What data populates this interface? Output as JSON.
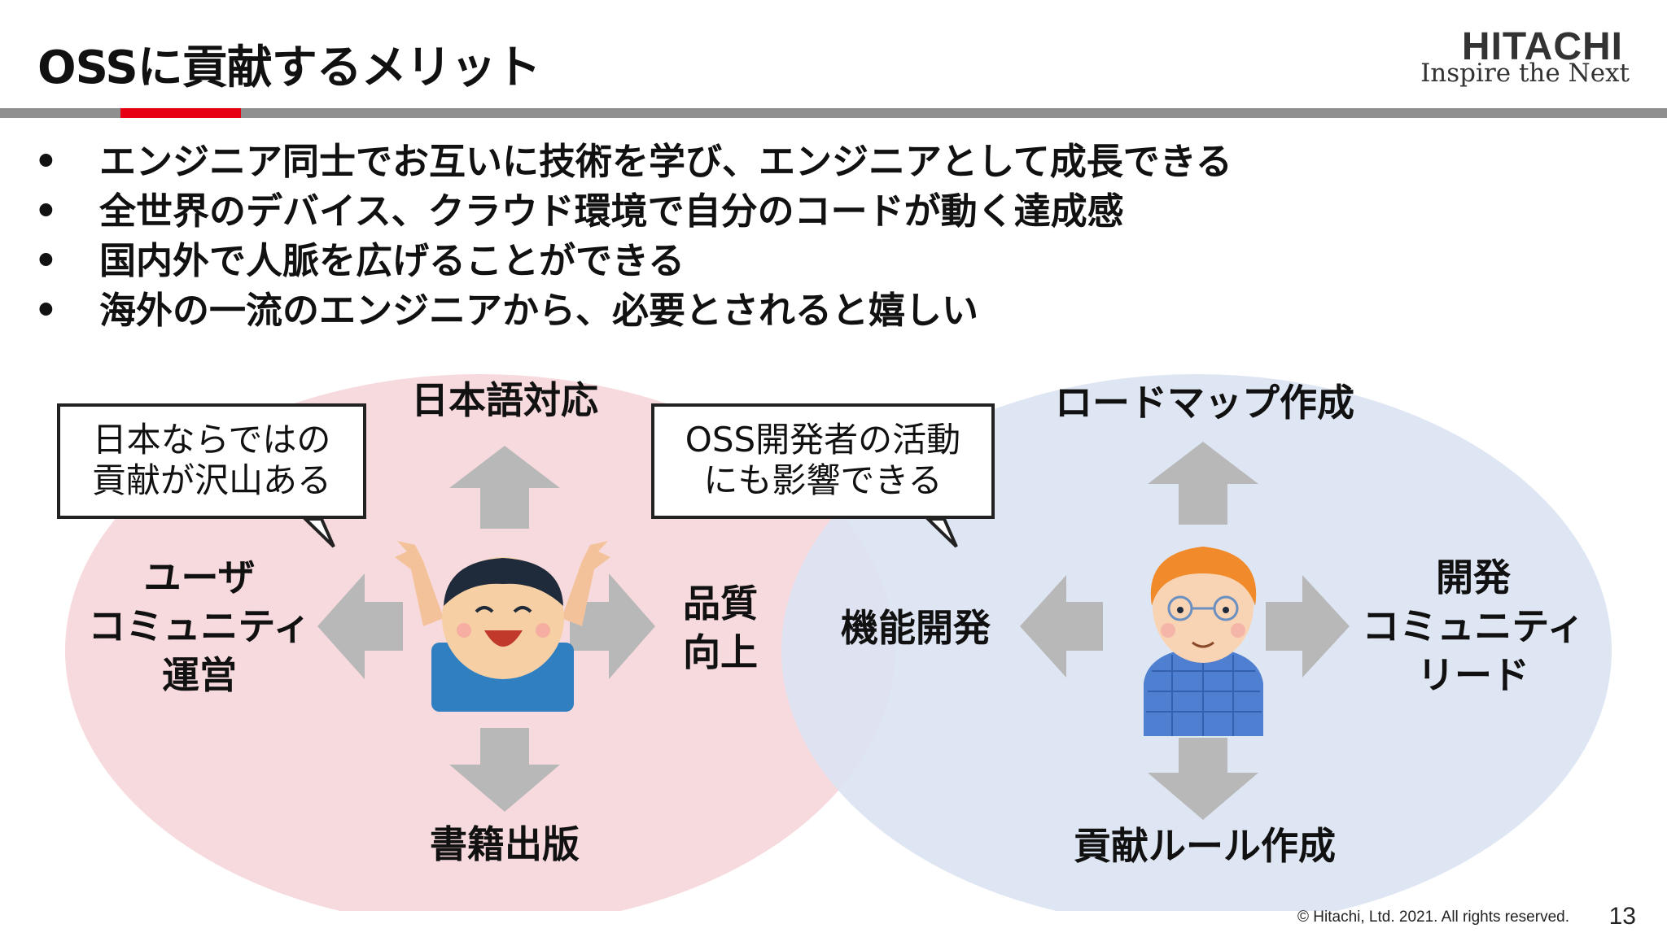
{
  "slide": {
    "title": "OSSに貢献するメリット",
    "logo": {
      "brand": "HITACHI",
      "tagline": "Inspire the Next"
    },
    "bullets": [
      "エンジニア同士でお互いに技術を学び、エンジニアとして成長できる",
      "全世界のデバイス、クラウド環境で自分のコードが動く達成感",
      "国内外で人脈を広げることができる",
      "海外の一流のエンジニアから、必要とされると嬉しい"
    ],
    "bullet_marker": "•",
    "left_group": {
      "bubble_line1": "日本ならではの",
      "bubble_line2": "貢献が沢山ある",
      "top": "日本語対応",
      "left_line1": "ユーザ",
      "left_line2": "コミュニティ",
      "left_line3": "運営",
      "right_line1": "品質",
      "right_line2": "向上",
      "bottom": "書籍出版"
    },
    "right_group": {
      "bubble_line1": "OSS開発者の活動",
      "bubble_line2": "にも影響できる",
      "top": "ロードマップ作成",
      "left": "機能開発",
      "right_line1": "開発",
      "right_line2": "コミュニティ",
      "right_line3": "リード",
      "bottom": "貢献ルール作成"
    },
    "footer": "© Hitachi, Ltd. 2021. All rights reserved.",
    "page_number": "13"
  },
  "colors": {
    "accent_red": "#e60012",
    "left_circle": "#f7dadd",
    "right_circle": "#dce4f2",
    "arrow": "#b8b8b8"
  }
}
